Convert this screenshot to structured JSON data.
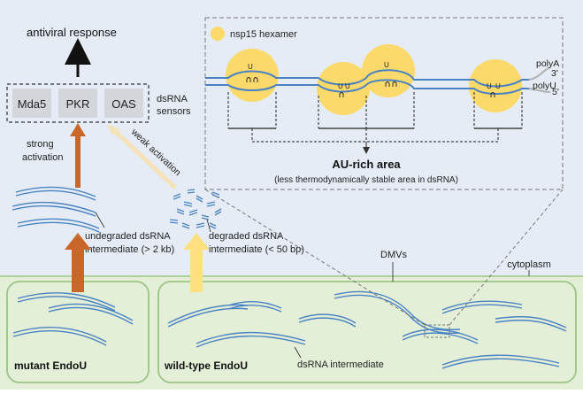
{
  "top_label": "antiviral response",
  "sensors": {
    "items": [
      "Mda5",
      "PKR",
      "OAS"
    ],
    "caption_line1": "dsRNA",
    "caption_line2": "sensors"
  },
  "strong_activation": [
    "strong",
    "activation"
  ],
  "weak_activation": "weak activation",
  "undegraded": [
    "undegraded dsRNA",
    "intermediate (> 2 kb)"
  ],
  "degraded": [
    "degraded dsRNA",
    "intermediate (< 50 bp)"
  ],
  "inset": {
    "legend": "nsp15 hexamer",
    "polyA": "polyA",
    "polyU": "polyU",
    "end3": "3'",
    "end5": "5'",
    "u_symbol": "U",
    "title": "AU-rich area",
    "subtitle": "(less thermodynamically stable area in dsRNA)"
  },
  "dmvs": "DMVs",
  "cytoplasm": "cytoplasm",
  "mutant_label": "mutant EndoU",
  "wildtype_label": "wild-type EndoU",
  "dsrna_label": "dsRNA intermediate",
  "colors": {
    "background": "#e5ecf5",
    "cytoplasm": "#e4efd8",
    "dmv_border": "#9cc485",
    "rna": "#4a83c3",
    "hexamer": "#fcd96b",
    "strong_arrow": "#c9662a",
    "weak_arrow": "#fde07f"
  }
}
